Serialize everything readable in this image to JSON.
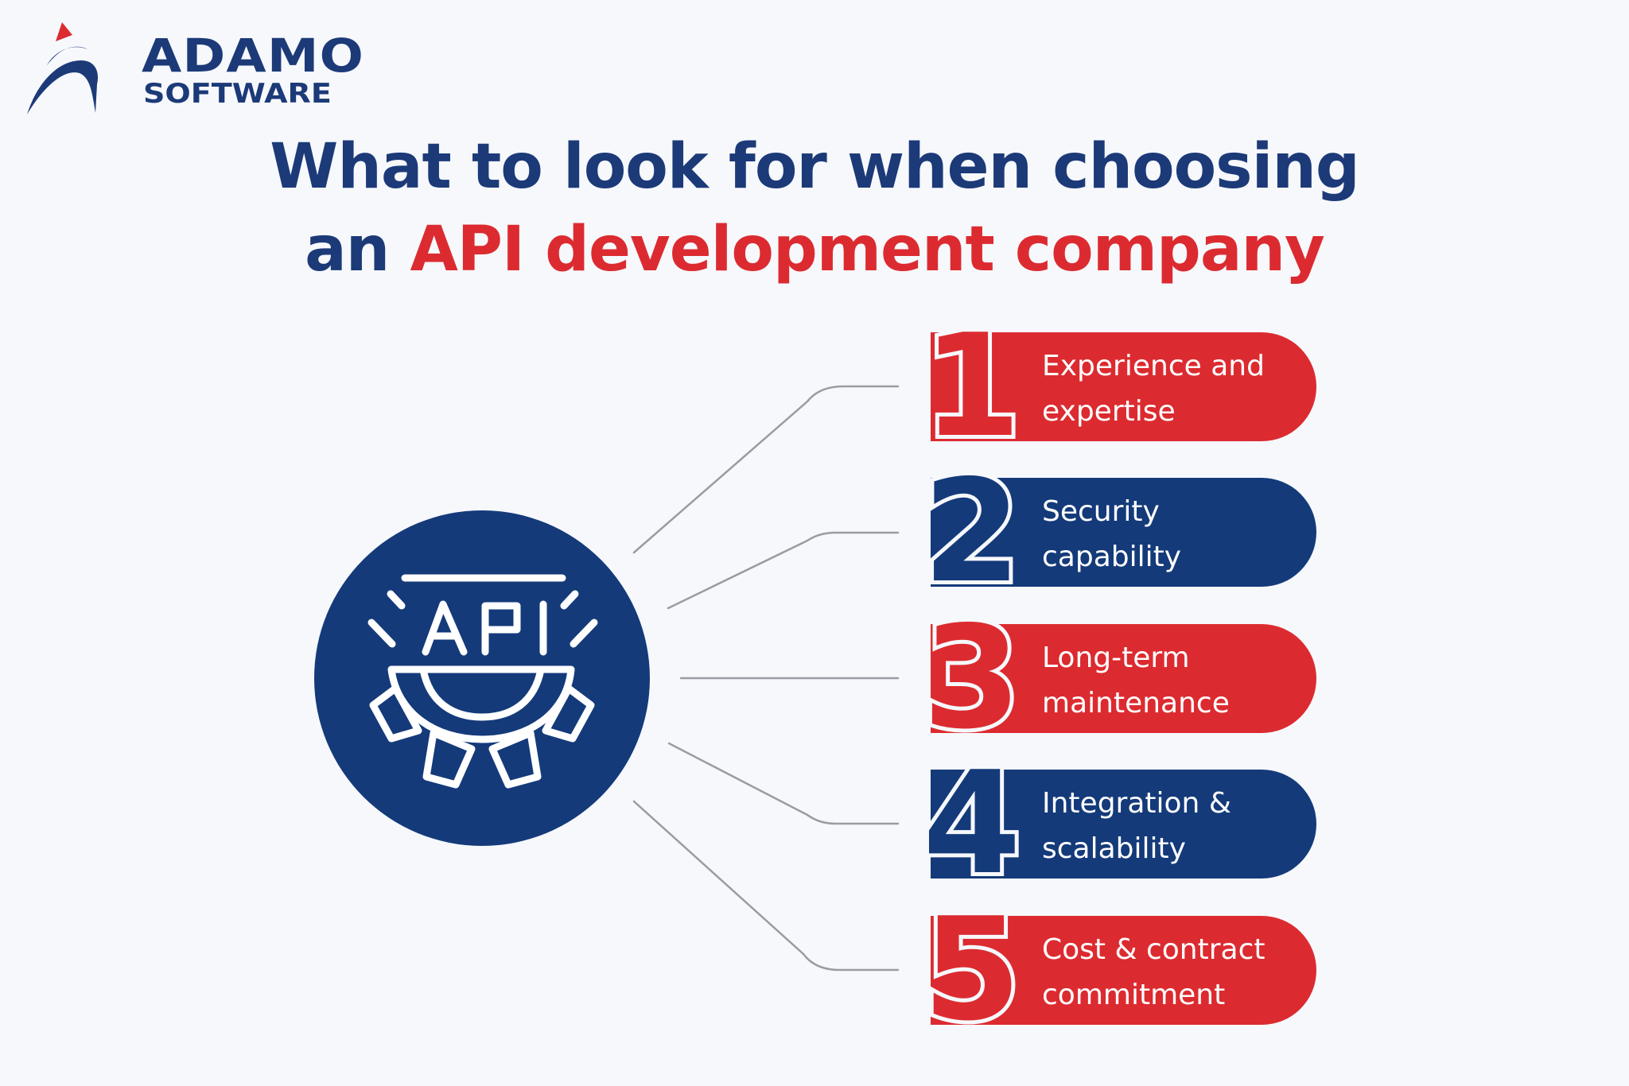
{
  "brand": {
    "name_line1": "ADAMO",
    "name_line2": "SOFTWARE",
    "colors": {
      "primary": "#1c3a78",
      "accent": "#dc2b30",
      "background": "#f6f8fc"
    }
  },
  "title": {
    "line1": "What to look for when choosing",
    "line2_prefix": "an",
    "line2_accent": "API development company"
  },
  "hub": {
    "icon": "api-gear-icon",
    "icon_text": "API"
  },
  "items": [
    {
      "number": "1",
      "label_line1": "Experience and",
      "label_line2": "expertise",
      "color": "#dc2b30"
    },
    {
      "number": "2",
      "label_line1": "Security",
      "label_line2": "capability",
      "color": "#143a7a"
    },
    {
      "number": "3",
      "label_line1": "Long-term",
      "label_line2": "maintenance",
      "color": "#dc2b30"
    },
    {
      "number": "4",
      "label_line1": "Integration &",
      "label_line2": "scalability",
      "color": "#143a7a"
    },
    {
      "number": "5",
      "label_line1": "Cost & contract",
      "label_line2": "commitment",
      "color": "#dc2b30"
    }
  ]
}
